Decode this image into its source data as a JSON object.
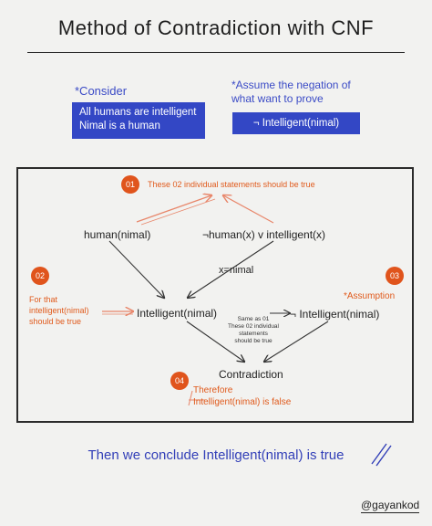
{
  "title": "Method of Contradiction with CNF",
  "consider": {
    "label": "*Consider",
    "lines": [
      "All humans are intelligent",
      "Nimal is a human"
    ]
  },
  "assume": {
    "label_lines": [
      "*Assume the negation of",
      "what want to prove"
    ],
    "box": "¬ Intelligent(nimal)"
  },
  "diagram": {
    "badge1": "01",
    "note1": "These 02 individual statements should be true",
    "node_human": "human(nimal)",
    "node_clause": "¬human(x) v intelligent(x)",
    "subst": "x=nimal",
    "badge2": "02",
    "note2_lines": [
      "For that",
      "intelligent(nimal)",
      "should be true"
    ],
    "node_intelligent": "Intelligent(nimal)",
    "badge3": "03",
    "assumption_label": "*Assumption",
    "node_neg_intelligent": "¬ Intelligent(nimal)",
    "small_note_lines": [
      "Same as 01",
      "These 02 individual",
      "statements",
      "should be true"
    ],
    "node_contradiction": "Contradiction",
    "badge4": "04",
    "therefore_lines": [
      "Therefore",
      "Intelligent(nimal) is false"
    ]
  },
  "conclusion": "Then we conclude Intelligent(nimal) is true",
  "credit": "@gayankod",
  "colors": {
    "blue": "#3347c5",
    "orange": "#e0541c",
    "ink": "#1f1f1f"
  }
}
